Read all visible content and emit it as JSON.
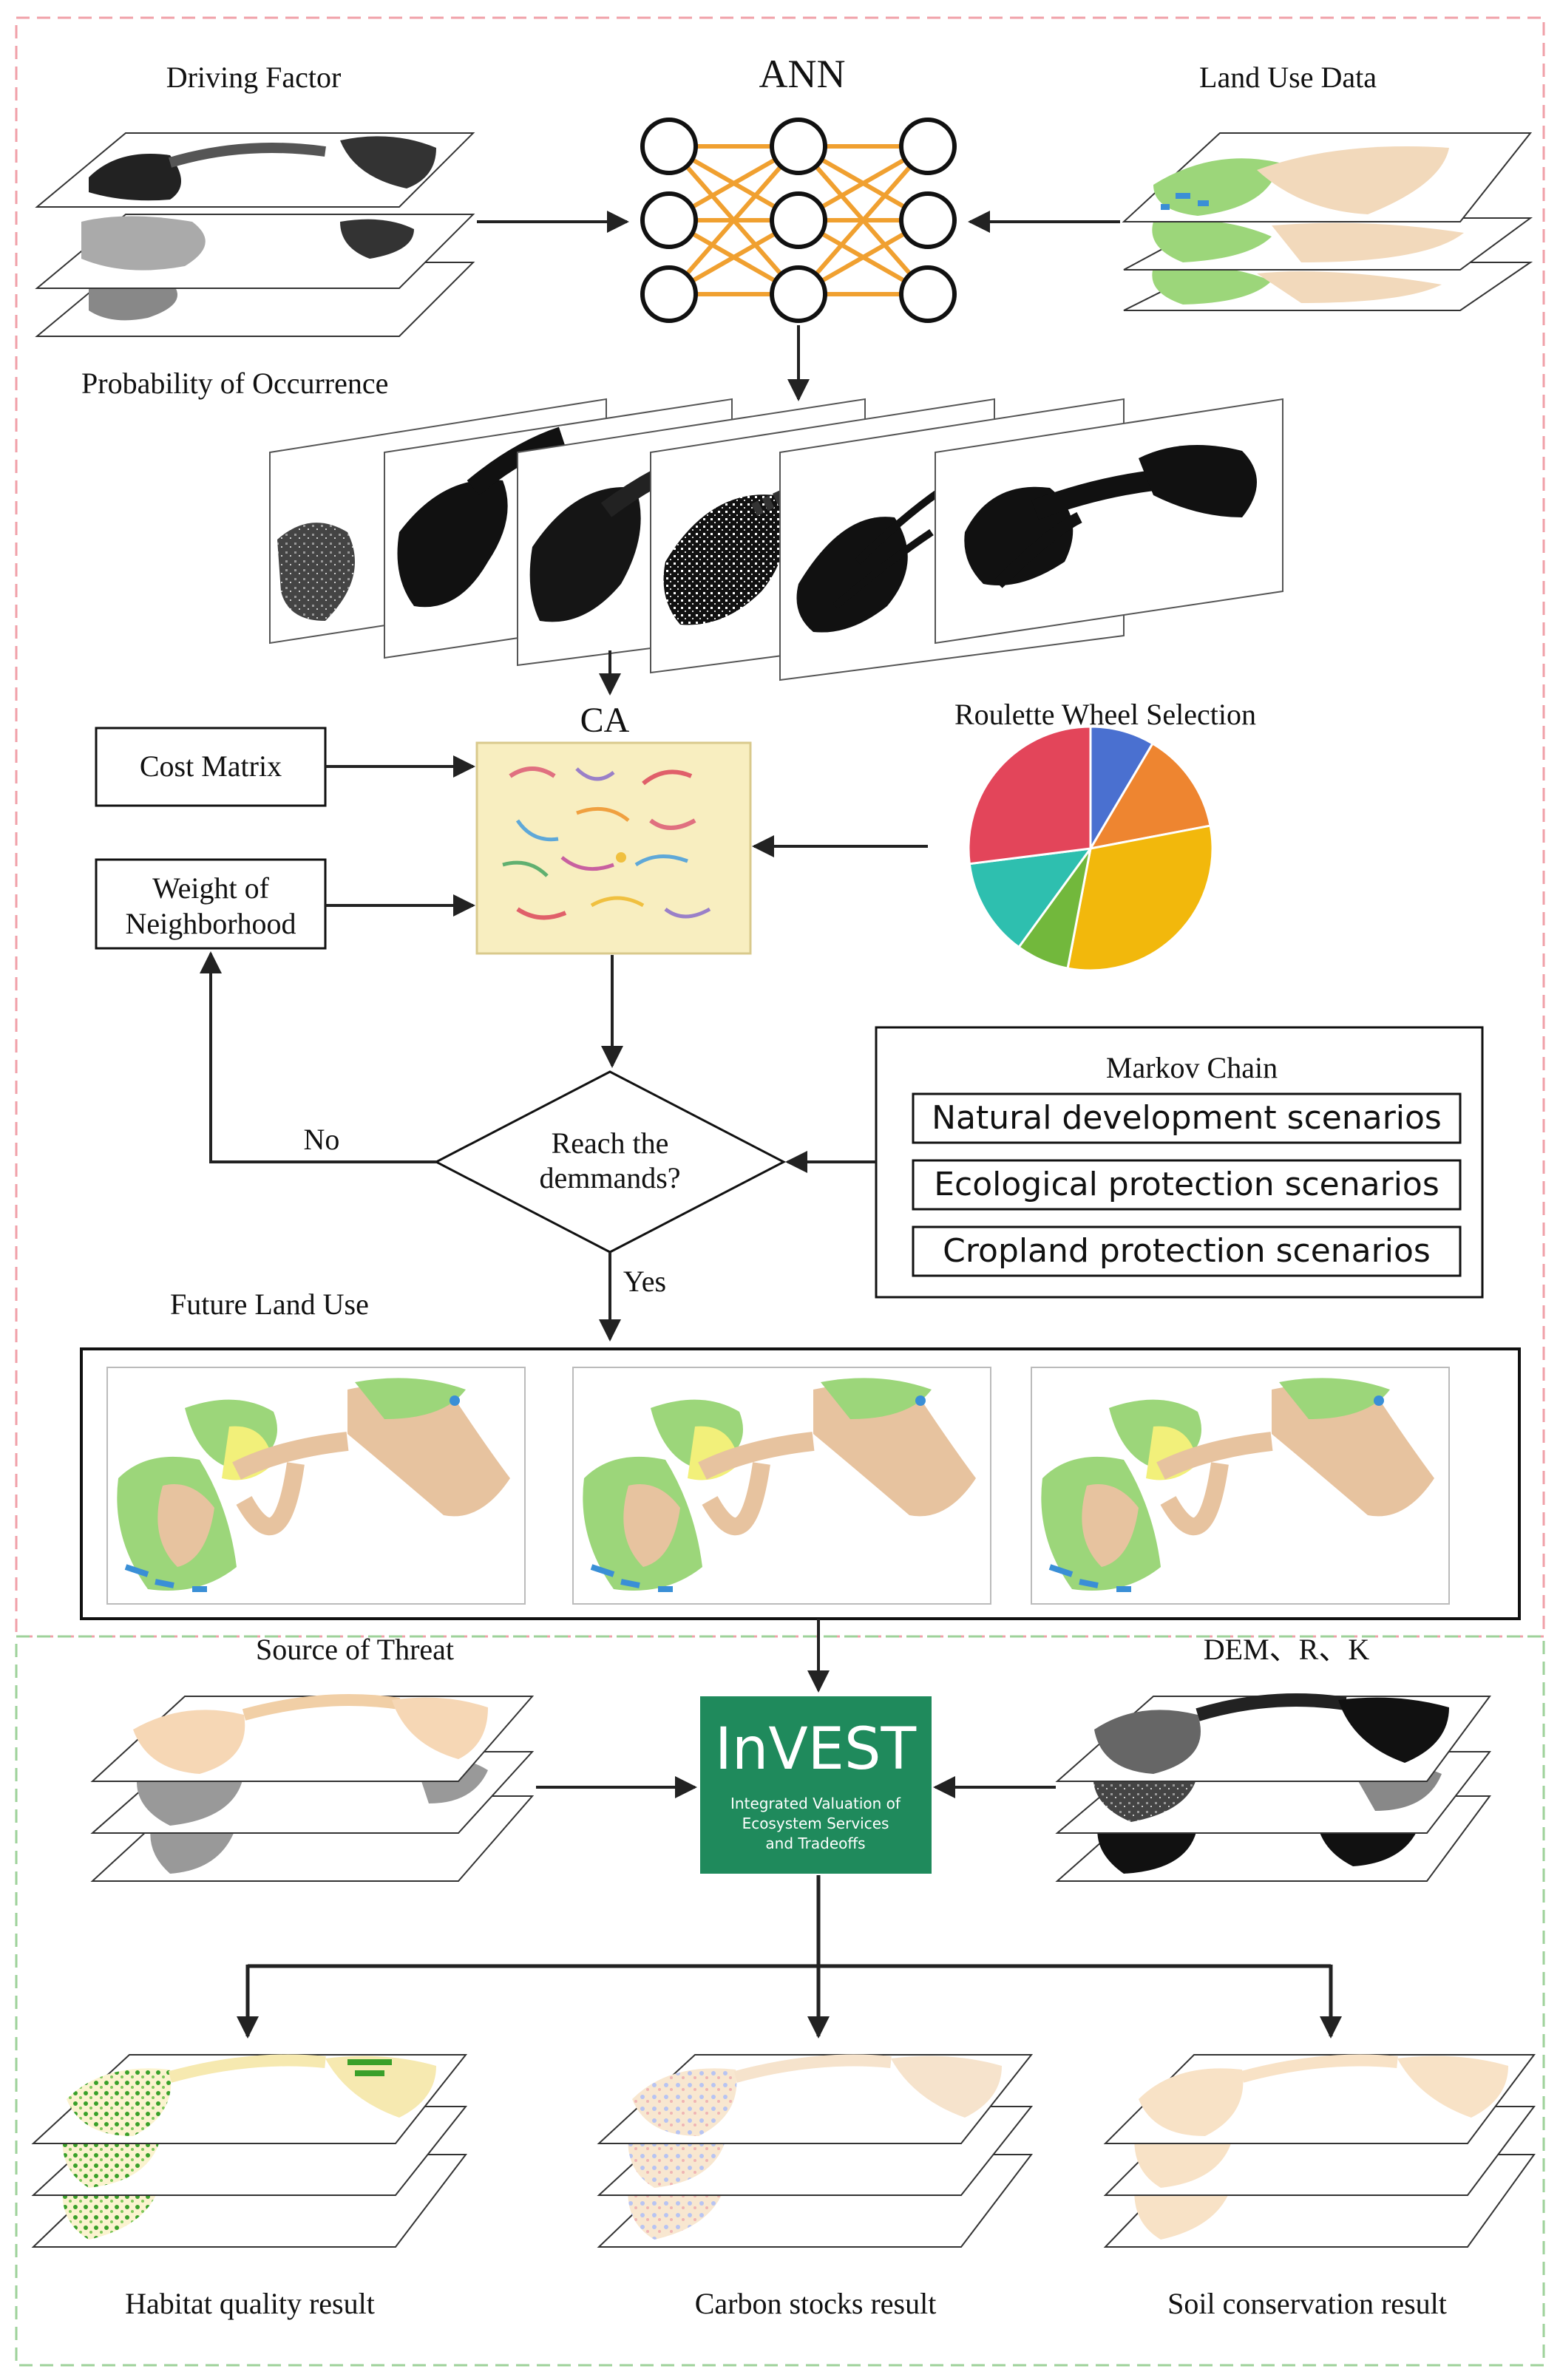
{
  "labels": {
    "driving_factor": "Driving Factor",
    "ann": "ANN",
    "land_use_data": "Land Use Data",
    "probability": "Probability of Occurrence",
    "ca": "CA",
    "roulette": "Roulette Wheel Selection",
    "cost_matrix": "Cost Matrix",
    "weight_line1": "Weight of",
    "weight_line2": "Neighborhood",
    "reach_line1": "Reach the",
    "reach_line2": "demmands?",
    "no": "No",
    "yes": "Yes",
    "markov_title": "Markov Chain",
    "scenario_natural": "Natural development scenarios",
    "scenario_ecological": "Ecological protection scenarios",
    "scenario_cropland": "Cropland protection scenarios",
    "future_land_use": "Future Land Use",
    "source_of_threat": "Source of Threat",
    "dem_r_k": "DEM、R、K",
    "invest_logo": "InVEST",
    "invest_line1": "Integrated Valuation of",
    "invest_line2": "Ecosystem Services",
    "invest_line3": "and Tradeoffs",
    "habitat": "Habitat quality result",
    "carbon": "Carbon stocks result",
    "soil": "Soil conservation result"
  },
  "colors": {
    "top_frame": "#f0a0a8",
    "bottom_frame": "#9ed29a",
    "ann_edges": "#f0a030",
    "invest_green": "#1f8a5c",
    "map_beige": "#e7c39f",
    "map_green": "#9cd67a",
    "map_yellow": "#f2f07a",
    "map_blue": "#3a8fd6"
  },
  "pie_slices": [
    {
      "name": "blue",
      "fraction": 0.085,
      "color": "#4a70d0"
    },
    {
      "name": "orange",
      "fraction": 0.135,
      "color": "#ee8530"
    },
    {
      "name": "yellow",
      "fraction": 0.31,
      "color": "#f2b80c"
    },
    {
      "name": "green",
      "fraction": 0.07,
      "color": "#72b83c"
    },
    {
      "name": "teal",
      "fraction": 0.13,
      "color": "#2ebfaf"
    },
    {
      "name": "red",
      "fraction": 0.27,
      "color": "#e3455a"
    }
  ]
}
